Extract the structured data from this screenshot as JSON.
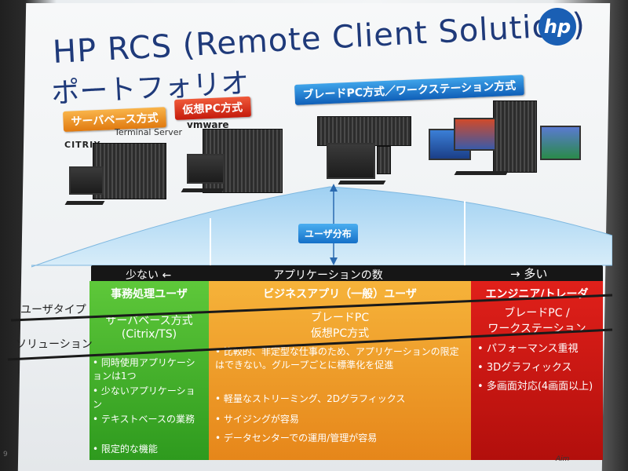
{
  "slide": {
    "title_line1": "HP RCS (Remote Client Solution)",
    "title_line2": "ポートフォリオ",
    "logo_text": "hp",
    "page_number": "9",
    "tags": {
      "server_based": "サーバベース方式",
      "virtual_pc": "仮想PC方式",
      "blade_pc": "ブレードPC方式／ワークステーション方式"
    },
    "labels": {
      "citrix": "CITRIX",
      "terminal_server": "Terminal Server",
      "vmware": "vmware"
    },
    "user_distribution": "ユーザ分布",
    "axis": {
      "label": "アプリケーションの数",
      "few": "少ない ←",
      "many": "→ 多い"
    },
    "row_labels": {
      "user_type": "ユーザタイプ",
      "solution": "ソリューション"
    },
    "columns": {
      "office": {
        "user_type": "事務処理ユーザ",
        "solution_line1": "サーバベース方式",
        "solution_line2": "(Citrix/TS)",
        "bullets": [
          "同時使用アプリケーションは1つ",
          "少ないアプリケーション",
          "テキストベースの業務",
          "限定的な機能"
        ],
        "color": "#3aa82a"
      },
      "business": {
        "user_type": "ビジネスアプリ（一般）ユーザ",
        "solution_line1": "ブレードPC",
        "solution_line2": "仮想PC方式",
        "bullets": [
          "比較的、非定型な仕事のため、アプリケーションの限定はできない。グループごとに標準化を促進",
          "軽量なストリーミング、2Dグラフィックス",
          "サイジングが容易",
          "データセンターでの運用/管理が容易"
        ],
        "color": "#ee9a22"
      },
      "engineer": {
        "user_type": "エンジニア/トレーダ",
        "solution_line1": "ブレードPC /",
        "solution_line2": "ワークステーション",
        "bullets": [
          "パフォーマンス重視",
          "3Dグラフィックス",
          "多画面対応(4画面以上)"
        ],
        "color": "#cc1812"
      }
    },
    "signature": "Aim"
  }
}
